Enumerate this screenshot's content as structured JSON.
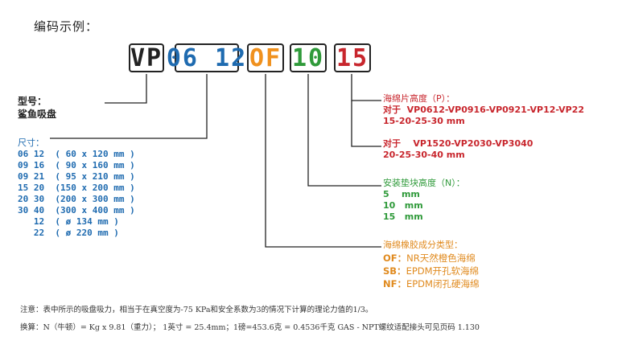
{
  "title": "编码示例：",
  "code": {
    "prefix": "VP",
    "size": "06 12",
    "material": "OF",
    "pad_height": "10",
    "sponge_height": "15"
  },
  "colors": {
    "prefix": "#222222",
    "size": "#1f6bb0",
    "material": "#f0911e",
    "pad_height": "#2f9a3a",
    "sponge_height": "#c8262d"
  },
  "model": {
    "line1": "型号：",
    "line2": "鲨鱼吸盘"
  },
  "size_section": {
    "heading": "尺寸：",
    "rows": [
      "06 12  ( 60 x 120 mm )",
      "09 16  ( 90 x 160 mm )",
      "09 21  ( 95 x 210 mm )",
      "15 20  (150 x 200 mm )",
      "20 30  (200 x 300 mm )",
      "30 40  (300 x 400 mm )",
      "   12  ( ø 134 mm )",
      "   22  ( ø 220 mm )"
    ]
  },
  "sponge_section": {
    "heading": "海绵片高度（P）：",
    "group1_models": "对于  VP0612-VP0916-VP0921-VP12-VP22",
    "group1_values": "15-20-25-30 mm",
    "group2_models": "对于    VP1520-VP2030-VP3040",
    "group2_values": "20-25-30-40 mm"
  },
  "pad_section": {
    "heading": "安装垫块高度（N）：",
    "values": [
      "5    mm",
      "10   mm",
      "15   mm"
    ]
  },
  "material_section": {
    "heading": "海绵橡胶成分类型：",
    "items": [
      {
        "code": "OF：",
        "desc": "NR天然橙色海绵"
      },
      {
        "code": "SB：",
        "desc": "EPDM开孔软海绵"
      },
      {
        "code": "NF：",
        "desc": "EPDM闭孔硬海绵"
      }
    ]
  },
  "notes": {
    "line1": "注意：表中所示的吸盘吸力，相当于在真空度为-75 KPa和安全系数为3的情况下计算的理论力值的1/3。",
    "line2": "换算：N（牛顿）= Kg x 9.81（重力）； 1英寸 = 25.4mm；1磅=453.6克 = 0.4536千克  GAS - NPT螺纹适配接头可见页码 1.130"
  }
}
